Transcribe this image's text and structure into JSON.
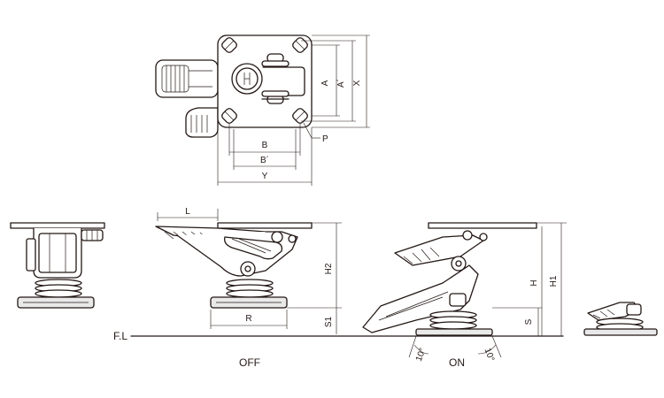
{
  "labels": {
    "A": "A",
    "A_prime": "A´",
    "X": "X",
    "P": "P",
    "B": "B",
    "B_prime": "B´",
    "Y": "Y",
    "L": "L",
    "H2": "H2",
    "R": "R",
    "S1": "S1",
    "H": "H",
    "H1": "H1",
    "S": "S",
    "FL": "F.L",
    "off": "OFF",
    "on": "ON",
    "angle_left": "10°",
    "angle_right": "10°"
  }
}
